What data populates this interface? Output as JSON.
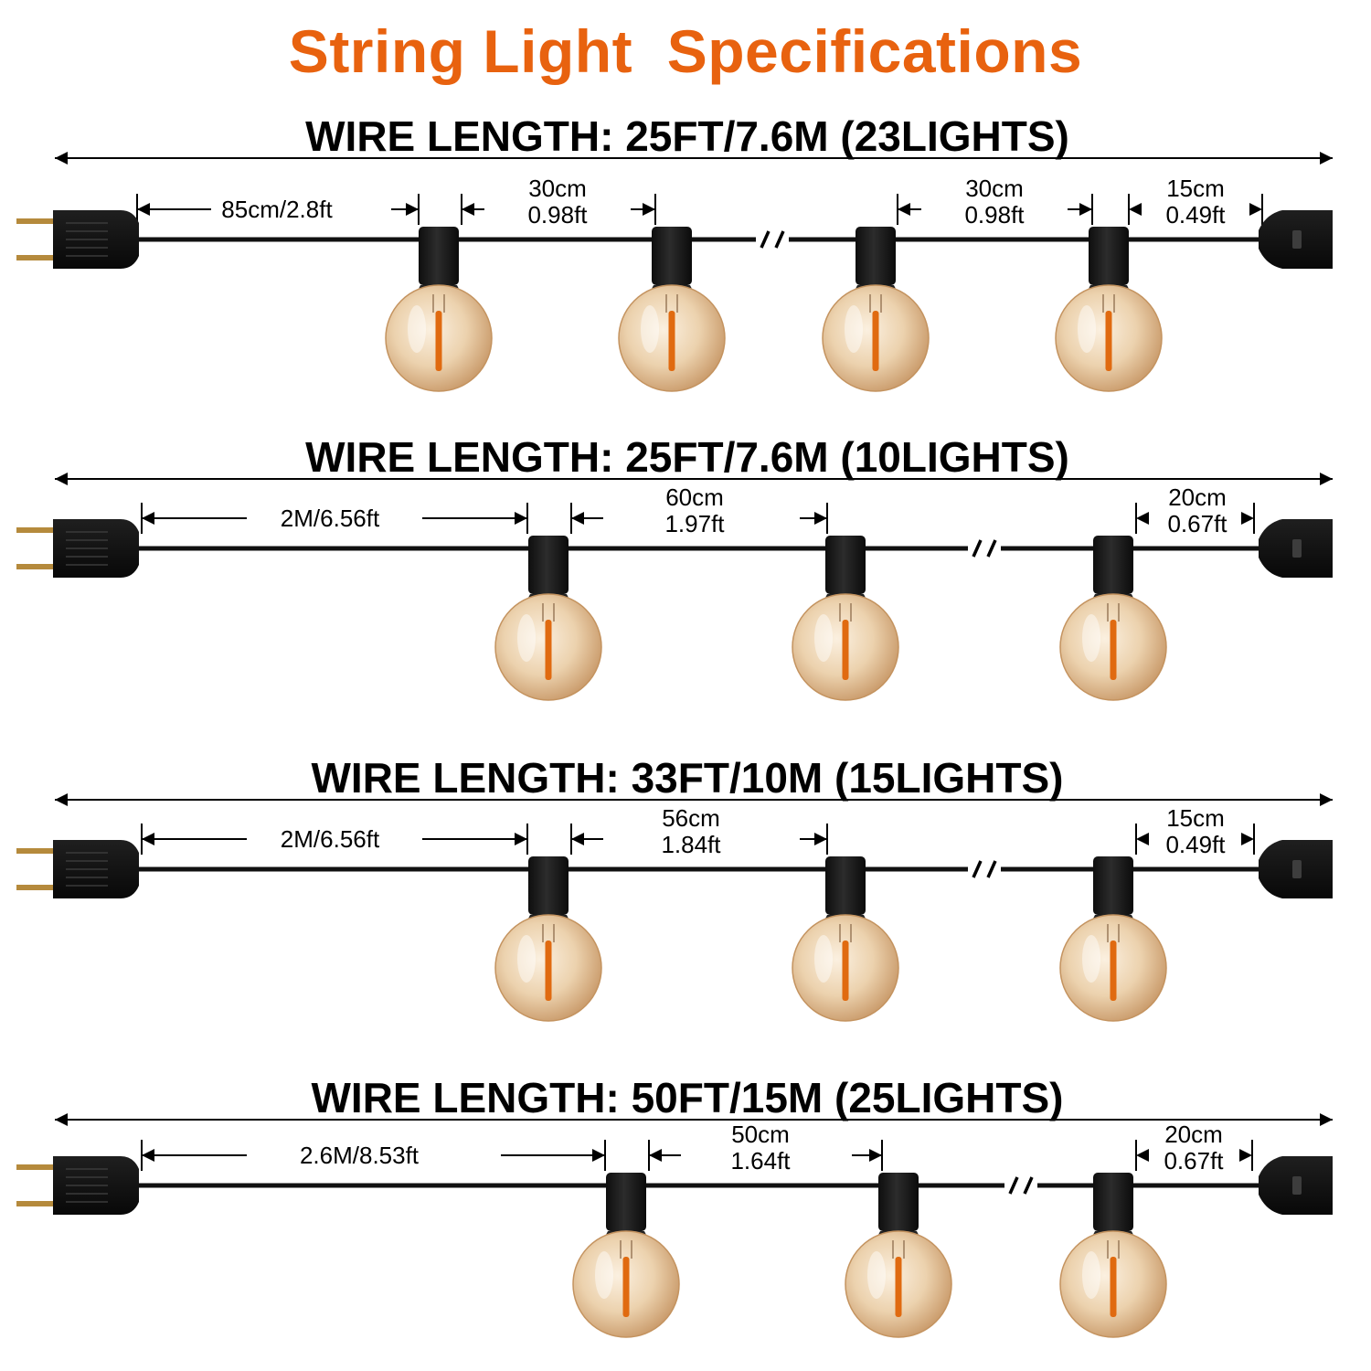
{
  "title": "String Light  Specifications",
  "colors": {
    "title": "#e8620f",
    "wire": "#111111",
    "socket": "#1c1c1c",
    "bulb_glass": "#e9c9a2",
    "bulb_glow": "#f6e6cf",
    "filament": "#e06a10"
  },
  "icons": [
    "plug-icon",
    "socket-icon",
    "bulb-icon",
    "break-mark-icon"
  ],
  "sections": [
    {
      "wire_length": "WIRE LENGTH: 25FT/7.6M (23LIGHTS)",
      "bulb_count_shown": 4,
      "break_after_bulb": 2,
      "lead": "85cm/2.8ft",
      "spacing_cm": "30cm",
      "spacing_ft": "0.98ft",
      "spacing2_cm": "30cm",
      "spacing2_ft": "0.98ft",
      "tail_cm": "15cm",
      "tail_ft": "0.49ft"
    },
    {
      "wire_length": "WIRE LENGTH: 25FT/7.6M (10LIGHTS)",
      "bulb_count_shown": 3,
      "break_after_bulb": 2,
      "lead": "2M/6.56ft",
      "spacing_cm": "60cm",
      "spacing_ft": "1.97ft",
      "tail_cm": "20cm",
      "tail_ft": "0.67ft"
    },
    {
      "wire_length": "WIRE LENGTH: 33FT/10M (15LIGHTS)",
      "bulb_count_shown": 3,
      "break_after_bulb": 2,
      "lead": "2M/6.56ft",
      "spacing_cm": "56cm",
      "spacing_ft": "1.84ft",
      "tail_cm": "15cm",
      "tail_ft": "0.49ft"
    },
    {
      "wire_length": "WIRE LENGTH: 50FT/15M (25LIGHTS)",
      "bulb_count_shown": 3,
      "break_after_bulb": 2,
      "lead": "2.6M/8.53ft",
      "spacing_cm": "50cm",
      "spacing_ft": "1.64ft",
      "tail_cm": "20cm",
      "tail_ft": "0.67ft"
    }
  ]
}
